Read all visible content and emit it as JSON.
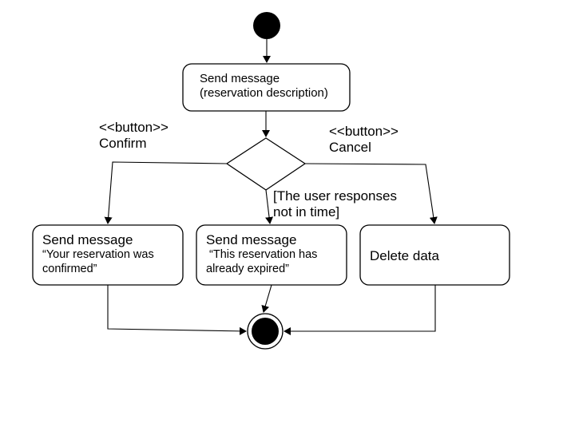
{
  "diagram": {
    "type": "uml-activity-diagram",
    "nodes": {
      "send_description": {
        "line1": "Send message",
        "line2": "(reservation description)"
      },
      "send_confirmed": {
        "title": "Send message",
        "line1": "“Your reservation was",
        "line2": "confirmed”"
      },
      "send_expired": {
        "title": "Send message",
        "line1": " “This reservation has",
        "line2": "already expired”"
      },
      "delete_data": {
        "title": "Delete data"
      }
    },
    "guards": {
      "confirm": {
        "stereotype": "<<button>>",
        "label": "Confirm"
      },
      "cancel": {
        "stereotype": "<<button>>",
        "label": "Cancel"
      },
      "timeout": {
        "line1": "[The user responses",
        "line2": "not in time]"
      }
    },
    "edges": [
      {
        "from": "initial",
        "to": "send_description"
      },
      {
        "from": "send_description",
        "to": "decision"
      },
      {
        "from": "decision",
        "to": "send_confirmed",
        "guard": "confirm"
      },
      {
        "from": "decision",
        "to": "send_expired",
        "guard": "timeout"
      },
      {
        "from": "decision",
        "to": "delete_data",
        "guard": "cancel"
      },
      {
        "from": "send_confirmed",
        "to": "final"
      },
      {
        "from": "send_expired",
        "to": "final"
      },
      {
        "from": "delete_data",
        "to": "final"
      }
    ],
    "colors": {
      "stroke": "#000000",
      "fill": "#ffffff",
      "text": "#000000"
    }
  }
}
